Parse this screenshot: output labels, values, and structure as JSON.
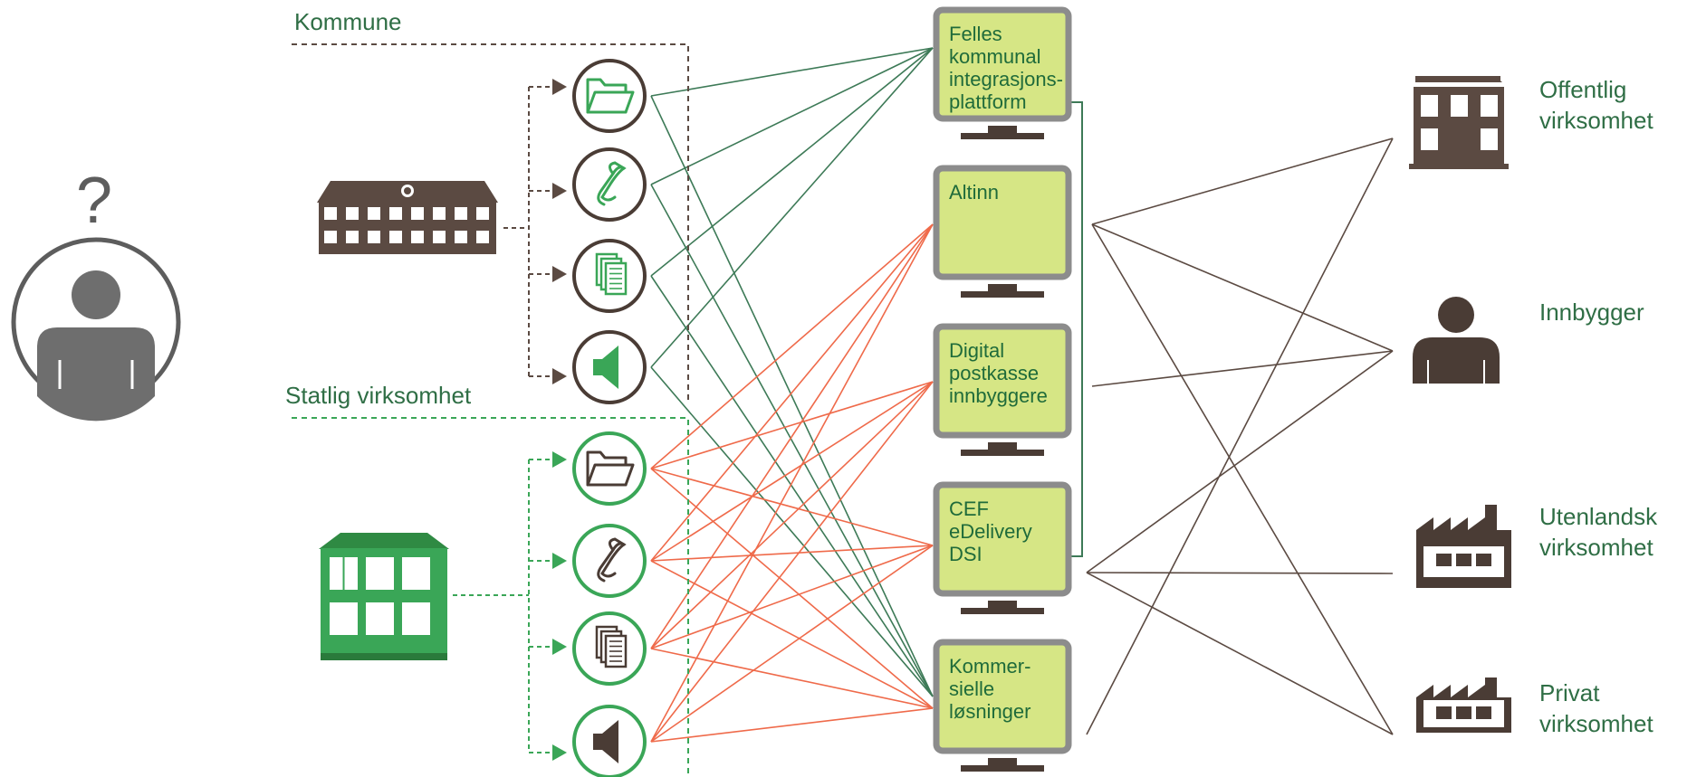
{
  "title": "",
  "groups": {
    "kommune": {
      "label": "Kommune"
    },
    "statlig": {
      "label": "Statlig virksomhet"
    }
  },
  "user": {
    "question_mark": "?"
  },
  "channels": [
    "folder",
    "script",
    "documents",
    "speaker"
  ],
  "platforms": [
    {
      "id": "p1",
      "label_lines": [
        "Felles",
        "kommunal",
        "integrasjons-",
        "plattform"
      ]
    },
    {
      "id": "p2",
      "label_lines": [
        "Altinn"
      ]
    },
    {
      "id": "p3",
      "label_lines": [
        "Digital",
        "postkasse",
        "innbyggere"
      ]
    },
    {
      "id": "p4",
      "label_lines": [
        "CEF",
        "eDelivery",
        "DSI"
      ]
    },
    {
      "id": "p5",
      "label_lines": [
        "Kommer-",
        "sielle",
        "løsninger"
      ]
    }
  ],
  "recipients": [
    {
      "id": "r1",
      "label_lines": [
        "Offentlig",
        "virksomhet"
      ],
      "icon": "office-building"
    },
    {
      "id": "r2",
      "label_lines": [
        "Innbygger"
      ],
      "icon": "person"
    },
    {
      "id": "r3",
      "label_lines": [
        "Utenlandsk",
        "virksomhet"
      ],
      "icon": "factory"
    },
    {
      "id": "r4",
      "label_lines": [
        "Privat",
        "virksomhet"
      ],
      "icon": "factory"
    }
  ],
  "colors": {
    "kommune_lines": "#3d7a57",
    "statlig_lines": "#ef6a4a",
    "recipient_lines": "#5b4a42",
    "monitor_fill": "#d6e685",
    "monitor_frame": "#8c8c8c",
    "green": "#3aa657",
    "brown": "#4a3c35"
  }
}
